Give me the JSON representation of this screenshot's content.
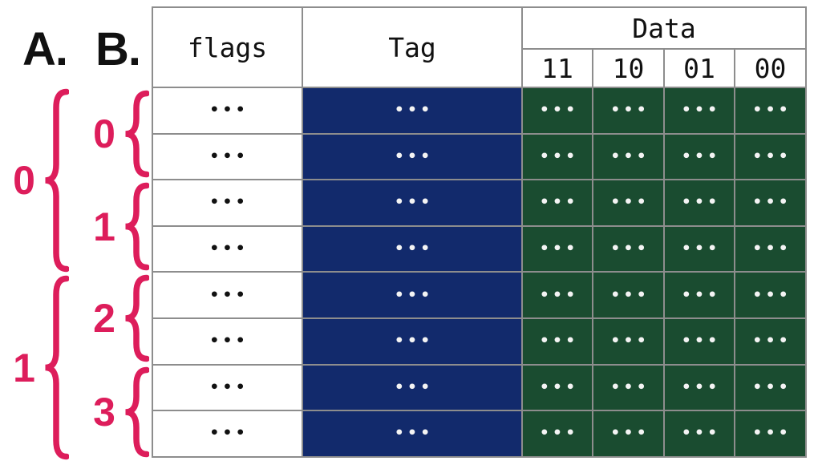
{
  "diagram": {
    "left_panel": {
      "col_a_label": "A.",
      "col_b_label": "B.",
      "col_a_groups": [
        "0",
        "1"
      ],
      "col_b_groups": [
        "0",
        "1",
        "2",
        "3"
      ],
      "brace_color": "#DD1D5B"
    },
    "table": {
      "headers": {
        "flags": "flags",
        "tag": "Tag",
        "data": "Data",
        "data_subcolumns": [
          "11",
          "10",
          "01",
          "00"
        ]
      },
      "colors": {
        "flags_bg": "#FFFFFF",
        "tag_bg": "#122A6C",
        "data_bg": "#1A4C30",
        "grid": "#8D8D8D",
        "header_bg": "#FFFFFF"
      },
      "rows": [
        {
          "flags": "•••",
          "tag": "•••",
          "data": [
            "•••",
            "•••",
            "•••",
            "•••"
          ]
        },
        {
          "flags": "•••",
          "tag": "•••",
          "data": [
            "•••",
            "•••",
            "•••",
            "•••"
          ]
        },
        {
          "flags": "•••",
          "tag": "•••",
          "data": [
            "•••",
            "•••",
            "•••",
            "•••"
          ]
        },
        {
          "flags": "•••",
          "tag": "•••",
          "data": [
            "•••",
            "•••",
            "•••",
            "•••"
          ]
        },
        {
          "flags": "•••",
          "tag": "•••",
          "data": [
            "•••",
            "•••",
            "•••",
            "•••"
          ]
        },
        {
          "flags": "•••",
          "tag": "•••",
          "data": [
            "•••",
            "•••",
            "•••",
            "•••"
          ]
        },
        {
          "flags": "•••",
          "tag": "•••",
          "data": [
            "•••",
            "•••",
            "•••",
            "•••"
          ]
        },
        {
          "flags": "•••",
          "tag": "•••",
          "data": [
            "•••",
            "•••",
            "•••",
            "•••"
          ]
        }
      ]
    }
  }
}
